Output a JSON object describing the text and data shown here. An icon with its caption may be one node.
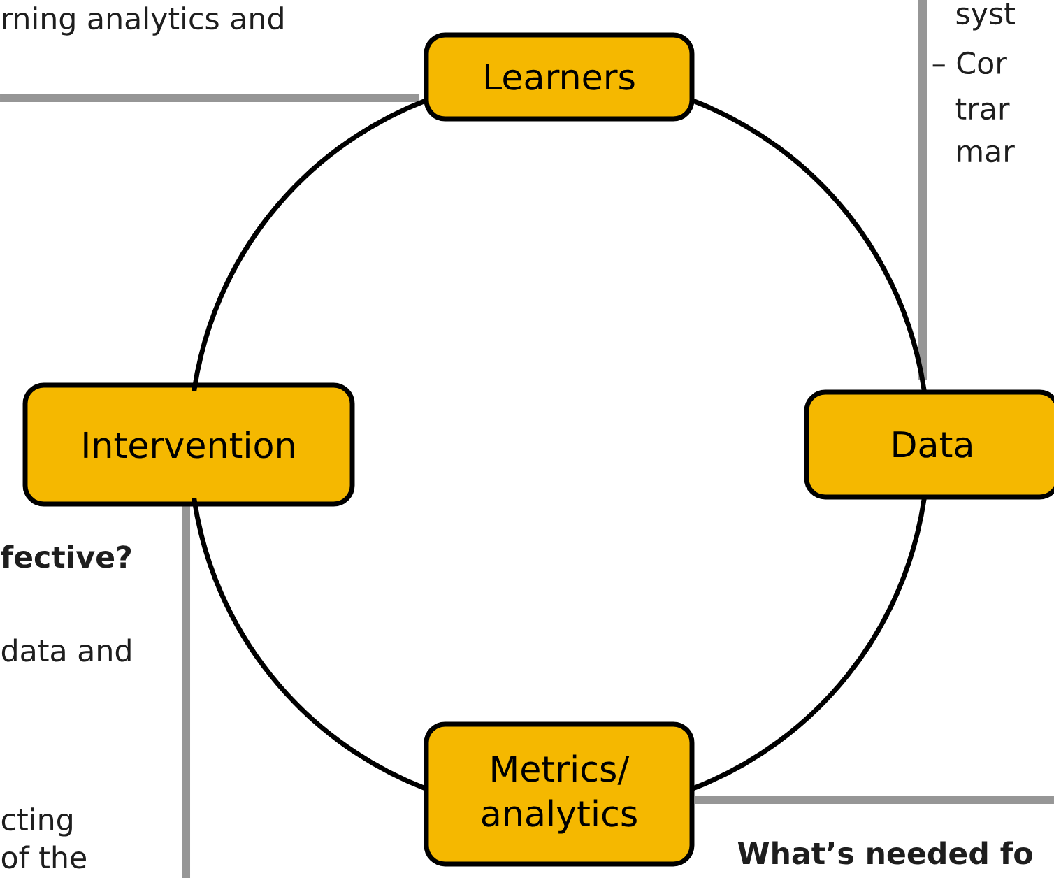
{
  "diagram": {
    "nodes": [
      {
        "text": [
          "Learners"
        ]
      },
      {
        "text": [
          "Intervention"
        ]
      },
      {
        "text": [
          "Data"
        ]
      },
      {
        "text": [
          "Metrics/ analytics"
        ]
      }
    ],
    "edges": [
      {
        "from": 0,
        "to": 2,
        "arrow": "none"
      },
      {
        "from": 2,
        "to": 3,
        "arrow": "none"
      },
      {
        "from": 3,
        "to": 1,
        "arrow": "none"
      },
      {
        "from": 1,
        "to": 0,
        "arrow": "none"
      }
    ],
    "labels": [
      "rning analytics and",
      "syst",
      "– Cor",
      "trar",
      "mar",
      "fective?",
      "data and",
      "cting",
      "of the",
      "What’s needed fo"
    ]
  }
}
